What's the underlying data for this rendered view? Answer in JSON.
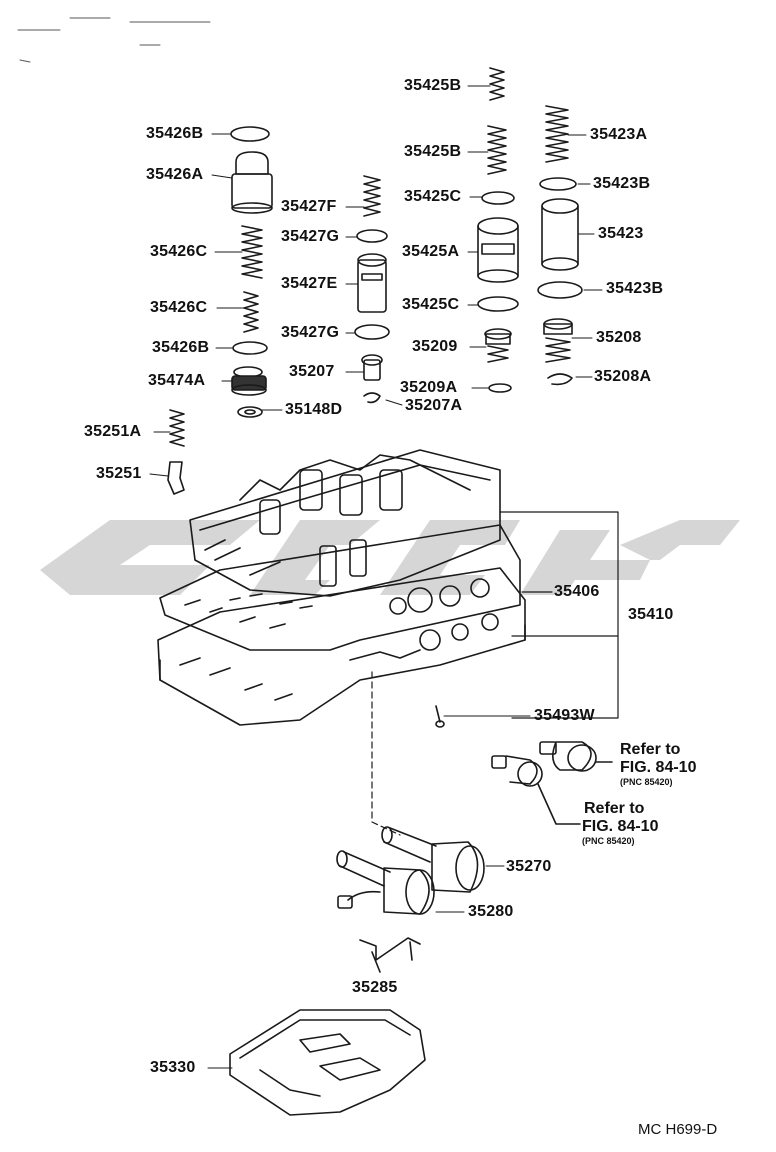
{
  "parts": {
    "p35425B_top": "35425B",
    "p35426B_top": "35426B",
    "p35425B_mid": "35425B",
    "p35423A": "35423A",
    "p35426A": "35426A",
    "p35427F": "35427F",
    "p35425C_top": "35425C",
    "p35423B_top": "35423B",
    "p35427G_top": "35427G",
    "p35426C_top": "35426C",
    "p35425A": "35425A",
    "p35423": "35423",
    "p35427E": "35427E",
    "p35423B_bot": "35423B",
    "p35426C_bot": "35426C",
    "p35425C_bot": "35425C",
    "p35427G_bot": "35427G",
    "p35426B_bot": "35426B",
    "p35209": "35209",
    "p35208": "35208",
    "p35474A": "35474A",
    "p35207": "35207",
    "p35209A": "35209A",
    "p35208A": "35208A",
    "p35148D": "35148D",
    "p35207A": "35207A",
    "p35251A": "35251A",
    "p35251": "35251",
    "p35406": "35406",
    "p35410": "35410",
    "p35493W": "35493W",
    "p35270": "35270",
    "p35280": "35280",
    "p35285": "35285",
    "p35330": "35330"
  },
  "references": {
    "ref1": {
      "line1": "Refer to",
      "line2": "FIG. 84-10",
      "line3": "(PNC 85420)"
    },
    "ref2": {
      "line1": "Refer to",
      "line2": "FIG. 84-10",
      "line3": "(PNC 85420)"
    }
  },
  "figure_code": "MC H699-D",
  "colors": {
    "ink": "#1a1a1a",
    "watermark": "#d9d9d9"
  }
}
